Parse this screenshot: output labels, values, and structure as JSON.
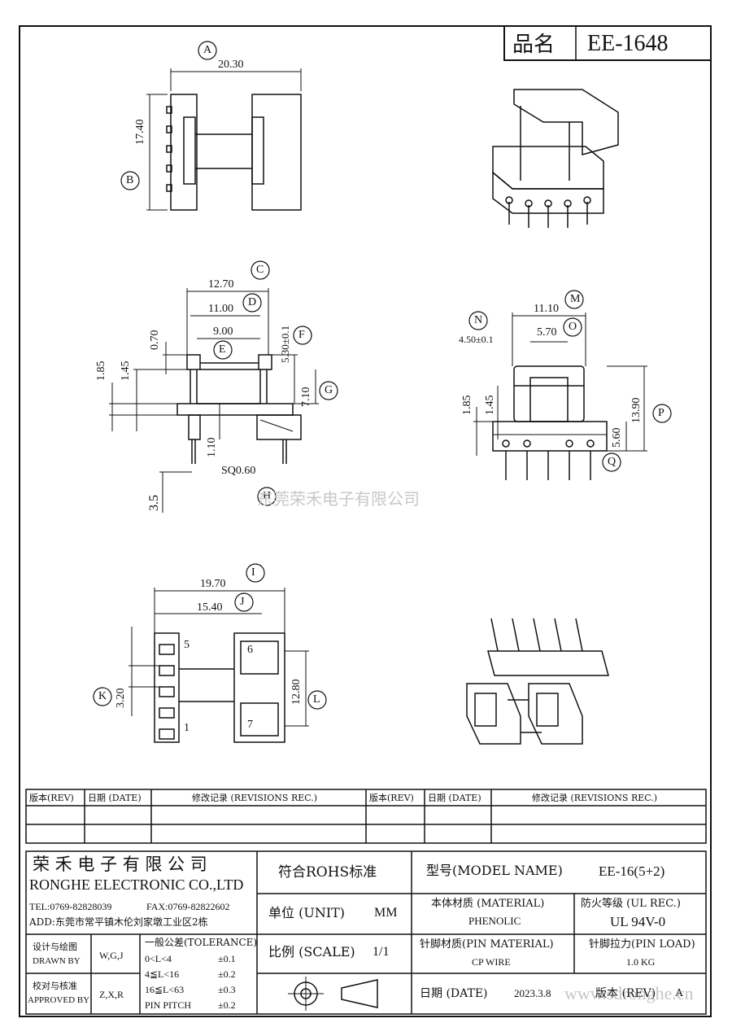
{
  "product": {
    "label": "品名",
    "value": "EE-1648"
  },
  "watermark": "东莞荣禾电子有限公司",
  "dims": {
    "A": "20.30",
    "B": "17.40",
    "C": "12.70",
    "D": "11.00",
    "E": "9.00",
    "F": "5.30±0.1",
    "G": "7.10",
    "H": "1.10",
    "SQ": "SQ0.60",
    "h185": "1.85",
    "h145": "1.45",
    "h070": "0.70",
    "h35": "3.5",
    "M": "11.10",
    "N": "4.50±0.1",
    "O": "5.70",
    "P": "13.90",
    "Q": "5.60",
    "r185": "1.85",
    "r145": "1.45",
    "I": "19.70",
    "J": "15.40",
    "K": "3.20",
    "L": "12.80"
  },
  "labels": [
    "A",
    "B",
    "C",
    "D",
    "E",
    "F",
    "G",
    "H",
    "I",
    "J",
    "K",
    "L",
    "M",
    "N",
    "O",
    "P",
    "Q"
  ],
  "pins": {
    "p5": "5",
    "p1": "1",
    "p6": "6",
    "p7": "7"
  },
  "revisions": {
    "headers": [
      "版本(REV)",
      "日期 (DATE)",
      "修改记录 (REVISIONS REC.)",
      "版本(REV)",
      "日期 (DATE)",
      "修改记录 (REVISIONS REC.)"
    ]
  },
  "company": {
    "name_cn": "荣 禾 电 子 有 限 公 司",
    "name_en": "RONGHE ELECTRONIC CO.,LTD",
    "tel": "TEL:0769-82828039",
    "fax": "FAX:0769-82822602",
    "addr": "ADD:东莞市常平镇木伦刘家墩工业区2栋"
  },
  "rohs": "符合ROHS标准",
  "model": {
    "label": "型号(MODEL NAME)",
    "value": "EE-16(5+2)"
  },
  "unit": {
    "label": "单位 (UNIT)",
    "value": "MM"
  },
  "material": {
    "label": "本体材质 (MATERIAL)",
    "value": "PHENOLIC"
  },
  "ul": {
    "label": "防火等级 (UL REC.)",
    "value": "UL 94V-0"
  },
  "scale": {
    "label": "比例 (SCALE)",
    "value": "1/1"
  },
  "pin_material": {
    "label": "针脚材质(PIN MATERIAL)",
    "value": "CP WIRE"
  },
  "pin_load": {
    "label": "针脚拉力(PIN LOAD)",
    "value": "1.0 KG"
  },
  "drawn": {
    "label1": "设计与绘图",
    "label2": "DRAWN BY",
    "value": "W,G,J"
  },
  "approved": {
    "label1": "校对与核准",
    "label2": "APPROVED BY",
    "value": "Z,X,R"
  },
  "tolerance": {
    "title": "一般公差(TOLERANCE)",
    "rows": [
      {
        "range": "0<L<4",
        "value": "±0.1"
      },
      {
        "range": "4≦L<16",
        "value": "±0.2"
      },
      {
        "range": "16≦L<63",
        "value": "±0.3"
      },
      {
        "range": "PIN PITCH",
        "value": "±0.2"
      }
    ]
  },
  "date": {
    "label": "日期 (DATE)",
    "value": "2023.3.8"
  },
  "rev": {
    "label": "版本 (REV)",
    "value": "A"
  },
  "site": "www.sdronghe.cn"
}
